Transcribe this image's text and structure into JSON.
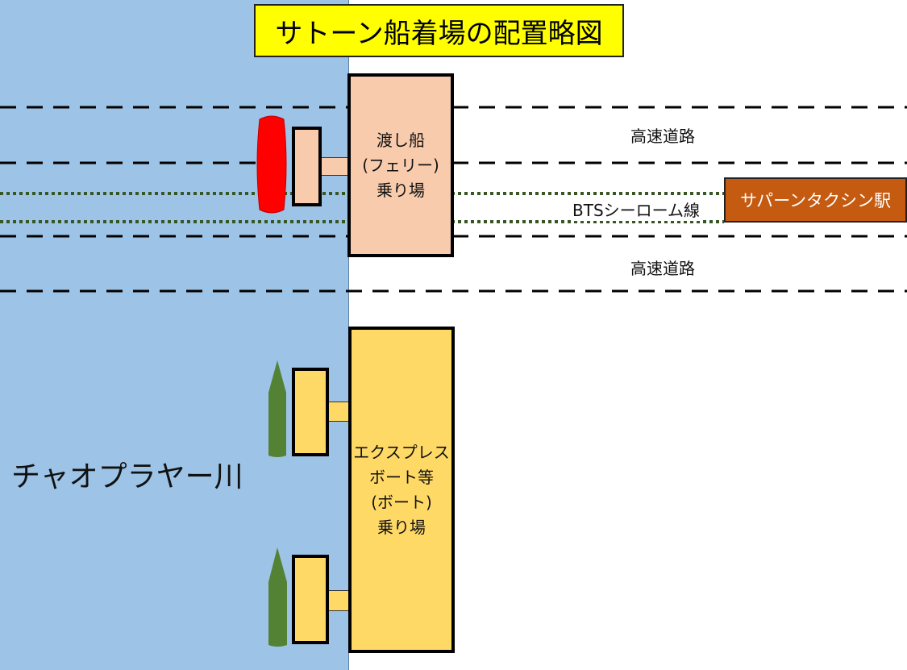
{
  "title": "サトーン船着場の配置略図",
  "river_label": "チャオプラヤー川",
  "ferry_pier": "渡し船\n(フェリー)\n乗り場",
  "express_pier": "エクスプレス\nボート等\n(ボート)\n乗り場",
  "expressway_top": "高速道路",
  "expressway_bottom": "高速道路",
  "bts_line": "BTSシーローム線",
  "station": "サパーンタクシン駅",
  "colors": {
    "river": "#9dc3e6",
    "ferry_boat": "#ff0000",
    "express_boat": "#548235",
    "ferry_pier": "#f8cbad",
    "express_pier": "#ffd966",
    "station": "#c55a11",
    "bts": "#375623"
  }
}
